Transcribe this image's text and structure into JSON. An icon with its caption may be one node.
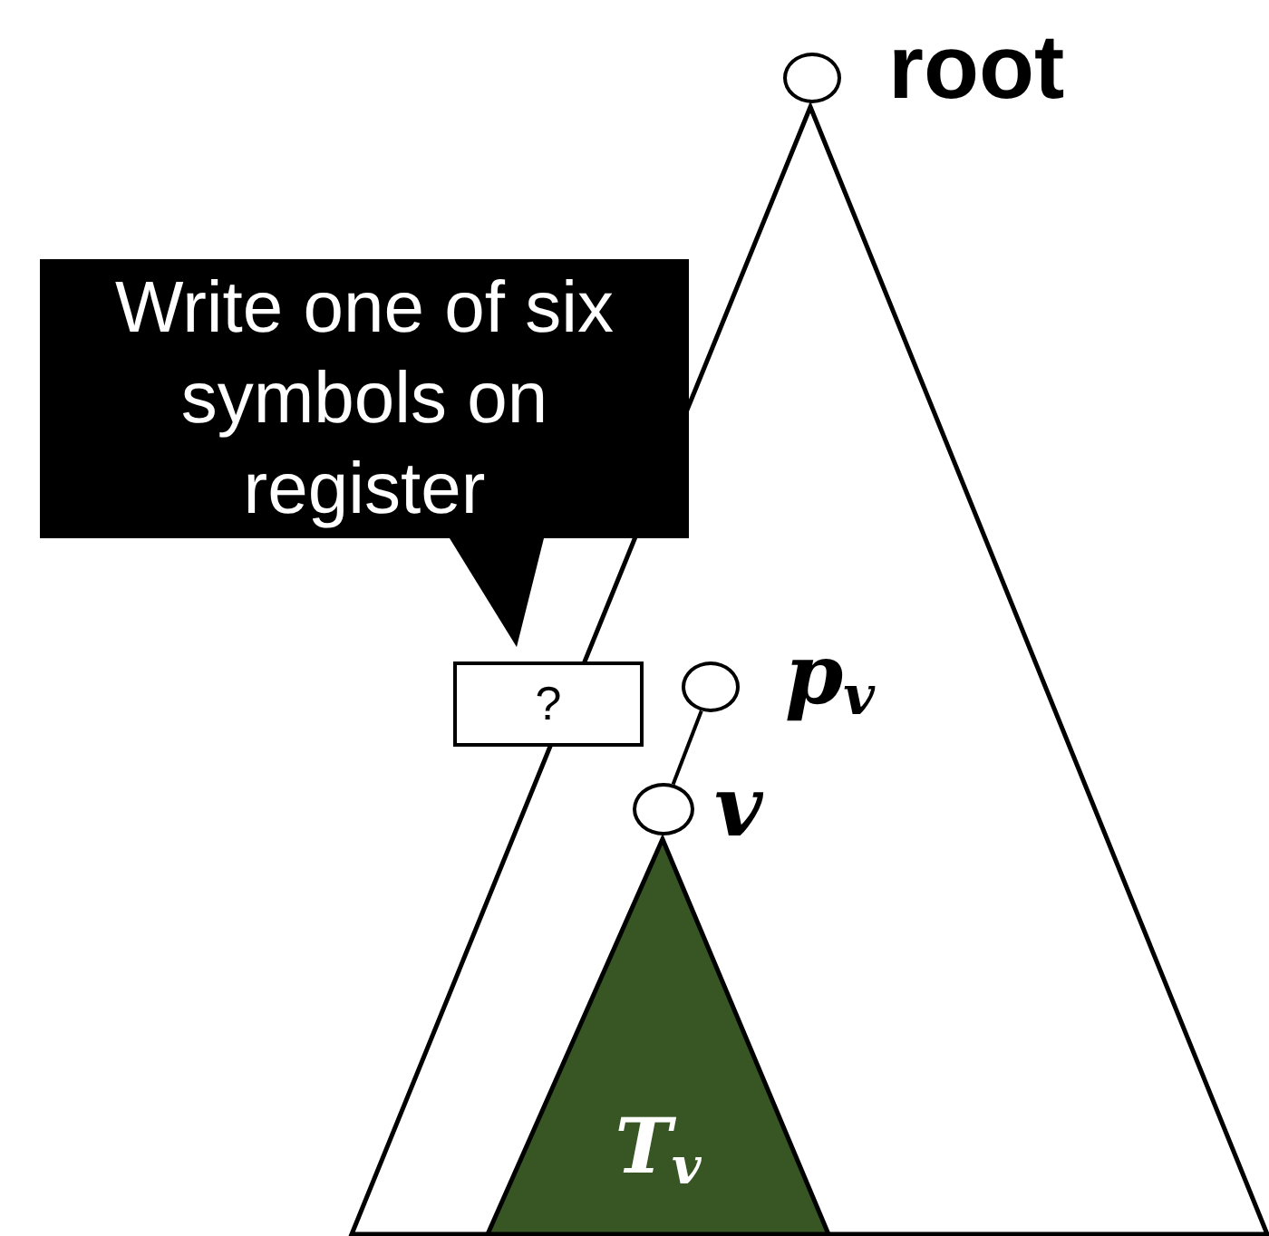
{
  "diagram": {
    "nodes": [
      {
        "text": [],
        "shape": "triangle"
      },
      {
        "text": [],
        "shape": "circle",
        "beside": [
          "root"
        ]
      },
      {
        "text": [
          "Write one of six symbols on register"
        ]
      },
      {
        "text": [
          "?"
        ]
      },
      {
        "text": [],
        "shape": "circle",
        "beside": [
          "p$_{v}$"
        ],
        "in": 0
      },
      {
        "text": [],
        "shape": "circle",
        "beside": [
          "v"
        ],
        "in": 0
      },
      {
        "text": [
          "T$_{v}$"
        ],
        "in": 0
      }
    ],
    "edges": [
      {
        "from": 4,
        "to": 5,
        "arrow": "none"
      }
    ]
  }
}
